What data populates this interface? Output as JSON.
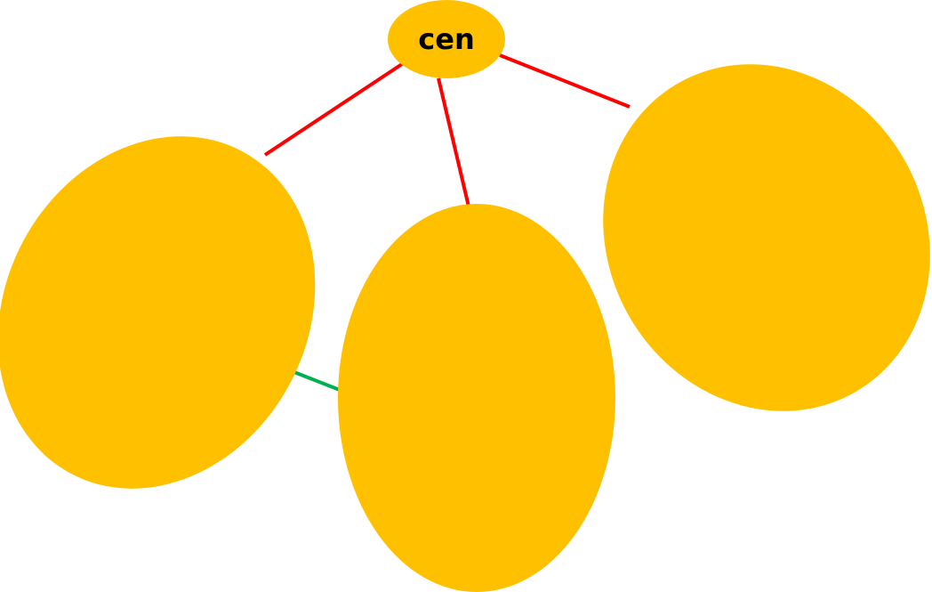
{
  "diagram": {
    "colors": {
      "background": "#ffffff",
      "node_fill": "#ffc000",
      "primary_edge": "#ff0000",
      "secondary_edge": "#00b050"
    },
    "nodes": [
      {
        "id": "center",
        "label": "cen"
      },
      {
        "id": "left",
        "label": ""
      },
      {
        "id": "middle",
        "label": ""
      },
      {
        "id": "right",
        "label": ""
      }
    ],
    "edges": [
      {
        "from": "center",
        "to": "left",
        "color": "#ff0000"
      },
      {
        "from": "center",
        "to": "middle",
        "color": "#ff0000"
      },
      {
        "from": "center",
        "to": "right",
        "color": "#ff0000"
      },
      {
        "from": "left",
        "to": "middle",
        "color": "#00b050"
      }
    ]
  }
}
